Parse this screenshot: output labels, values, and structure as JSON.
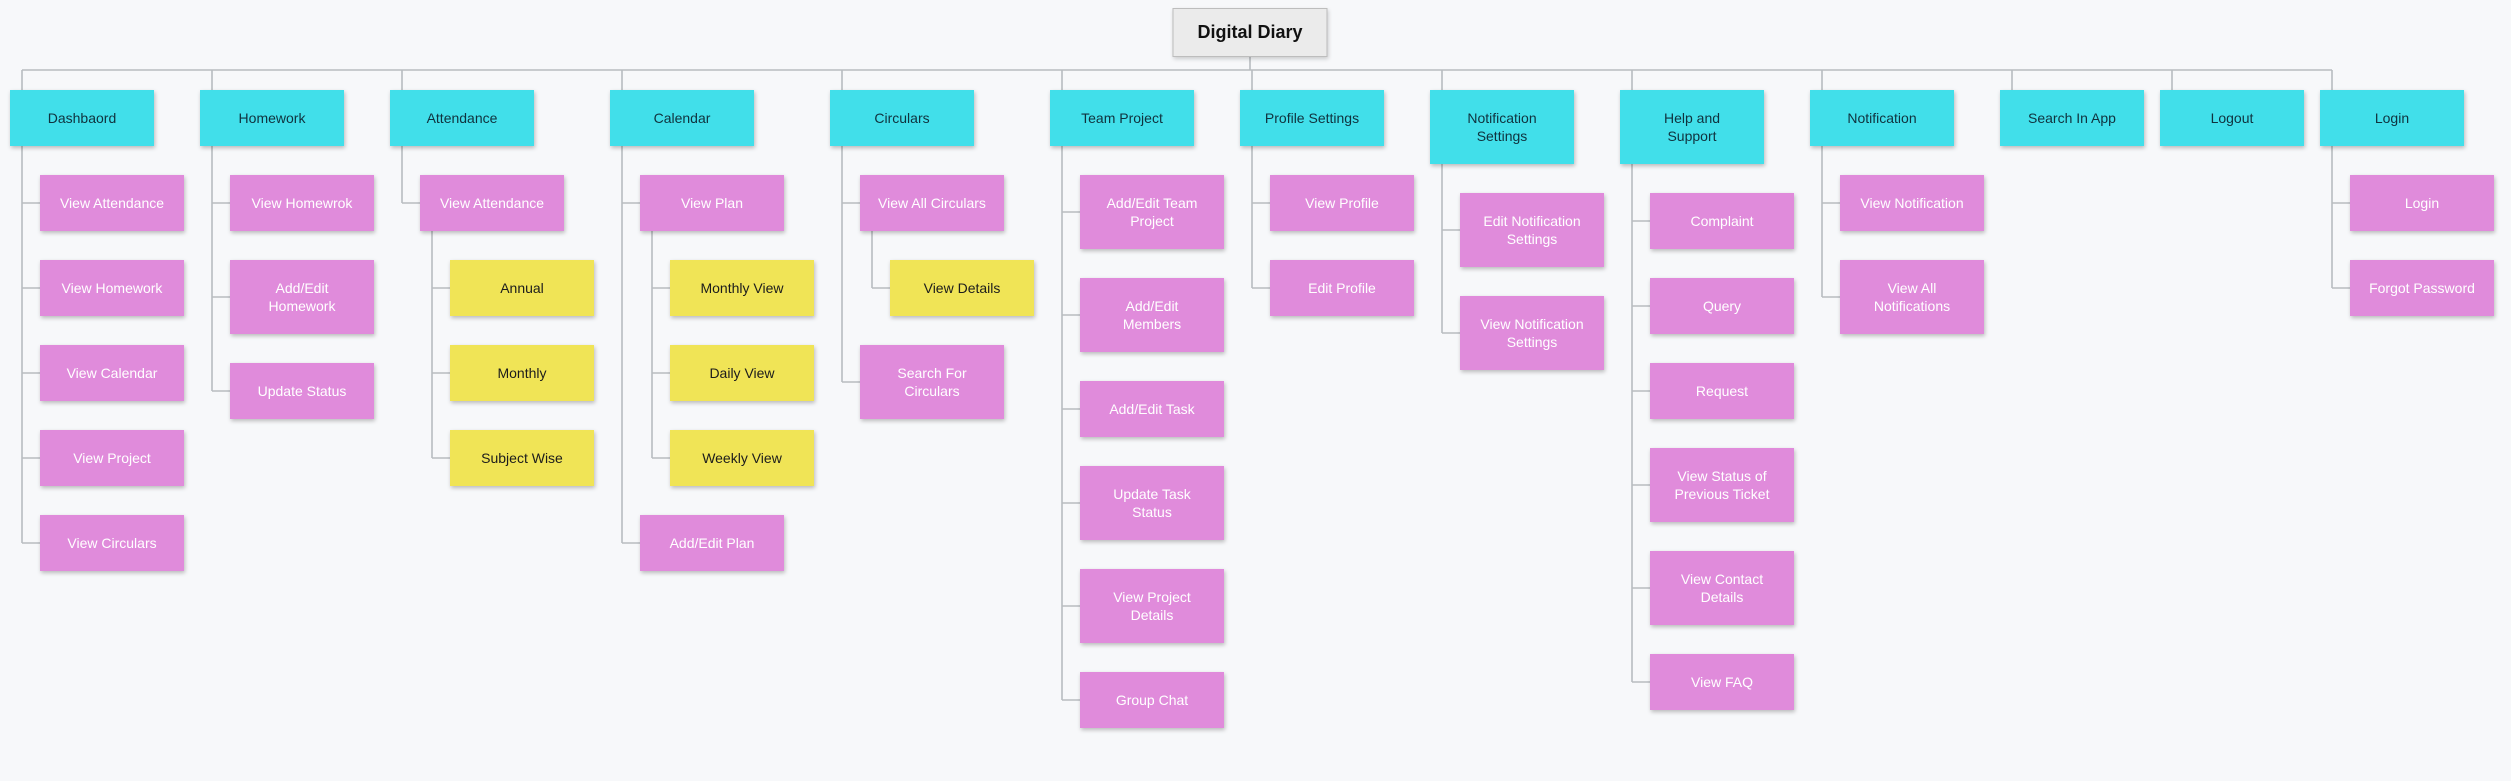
{
  "colors": {
    "background": "#f7f8fa",
    "root_fill": "#ebebeb",
    "root_border": "#bdbdbd",
    "root_text": "#111111",
    "level1_fill": "#41dfea",
    "level1_text": "#10323e",
    "level2_fill": "#e08bdb",
    "level2_text": "#ffffff",
    "level3_fill": "#f0e456",
    "level3_text": "#1c1c1c",
    "connector": "#b8bcc0"
  },
  "tree": {
    "root": {
      "label": "Digital Diary"
    },
    "branches": [
      {
        "label": "Dashbaord",
        "children": [
          {
            "label": "View Attendance"
          },
          {
            "label": "View Homework"
          },
          {
            "label": "View Calendar"
          },
          {
            "label": "View Project"
          },
          {
            "label": "View Circulars"
          }
        ]
      },
      {
        "label": "Homework",
        "children": [
          {
            "label": "View Homewrok"
          },
          {
            "label": "Add/Edit\nHomework"
          },
          {
            "label": "Update Status"
          }
        ]
      },
      {
        "label": "Attendance",
        "children": [
          {
            "label": "View Attendance",
            "children": [
              {
                "label": "Annual"
              },
              {
                "label": "Monthly"
              },
              {
                "label": "Subject Wise"
              }
            ]
          }
        ]
      },
      {
        "label": "Calendar",
        "children": [
          {
            "label": "View Plan",
            "children": [
              {
                "label": "Monthly View"
              },
              {
                "label": "Daily View"
              },
              {
                "label": "Weekly View"
              }
            ]
          },
          {
            "label": "Add/Edit Plan"
          }
        ]
      },
      {
        "label": "Circulars",
        "children": [
          {
            "label": "View All Circulars",
            "children": [
              {
                "label": "View Details"
              }
            ]
          },
          {
            "label": "Search For\nCirculars"
          }
        ]
      },
      {
        "label": "Team Project",
        "children": [
          {
            "label": "Add/Edit Team\nProject"
          },
          {
            "label": "Add/Edit\nMembers"
          },
          {
            "label": "Add/Edit Task"
          },
          {
            "label": "Update Task\nStatus"
          },
          {
            "label": "View Project\nDetails"
          },
          {
            "label": "Group Chat"
          }
        ]
      },
      {
        "label": "Profile Settings",
        "children": [
          {
            "label": "View Profile"
          },
          {
            "label": "Edit Profile"
          }
        ]
      },
      {
        "label": "Notification\nSettings",
        "children": [
          {
            "label": "Edit Notification\nSettings"
          },
          {
            "label": "View Notification\nSettings"
          }
        ]
      },
      {
        "label": "Help and\nSupport",
        "children": [
          {
            "label": "Complaint"
          },
          {
            "label": "Query"
          },
          {
            "label": "Request"
          },
          {
            "label": "View Status of\nPrevious Ticket"
          },
          {
            "label": "View Contact\nDetails"
          },
          {
            "label": "View FAQ"
          }
        ]
      },
      {
        "label": "Notification",
        "children": [
          {
            "label": "View Notification"
          },
          {
            "label": "View All\nNotifications"
          }
        ]
      },
      {
        "label": "Search In App"
      },
      {
        "label": "Logout"
      },
      {
        "label": "Login",
        "children": [
          {
            "label": "Login"
          },
          {
            "label": "Forgot Password"
          }
        ]
      }
    ]
  }
}
